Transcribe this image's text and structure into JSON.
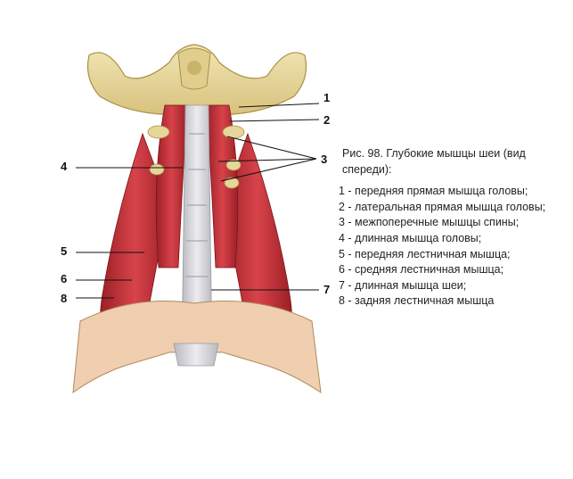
{
  "figure": {
    "caption": "Рис. 98. Глубокие мышцы шеи (вид спереди):",
    "legend": [
      "1 - передняя прямая мышца головы;",
      "2 - латеральная прямая мышца головы;",
      "3 - межпоперечные мышцы спины;",
      "4 - длинная мышца головы;",
      "5 - передняя лестничная мышца;",
      "6 - средняя лестничная мышца;",
      "7 - длинная мышца шеи;",
      "8 - задняя лестничная мышца"
    ],
    "numbers": [
      "1",
      "2",
      "3",
      "4",
      "5",
      "6",
      "7",
      "8"
    ]
  },
  "colors": {
    "muscle": "#c8323a",
    "muscle_dark": "#8e1a22",
    "bone": "#e8d9a0",
    "tendon": "#d9d9dc"
  }
}
